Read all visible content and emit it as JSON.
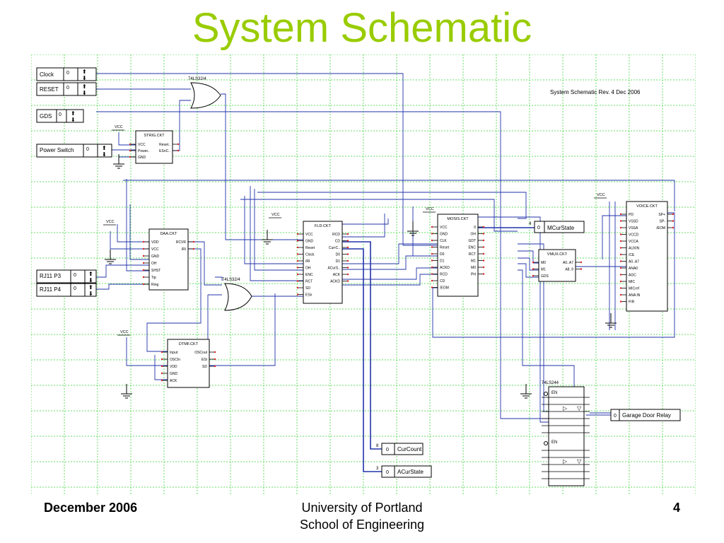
{
  "title": "System Schematic",
  "footer": {
    "date": "December 2006",
    "org_line1": "University of Portland",
    "org_line2": "School of Engineering",
    "page_number": "4"
  },
  "schematic": {
    "header_note": "System Schematic     Rev. 4 Dec 2006",
    "switches": {
      "clock": {
        "label": "Clock",
        "value": "0"
      },
      "reset": {
        "label": "RESET",
        "value": "0"
      },
      "gds": {
        "label": "GDS",
        "value": "0"
      },
      "power": {
        "label": "Power Switch",
        "value": "0"
      },
      "rj11_p3": {
        "label": "RJ11 P3",
        "value": "0"
      },
      "rj11_p4": {
        "label": "RJ11 P4",
        "value": "0"
      }
    },
    "gates": {
      "or_top": "74LS32/4",
      "or_mid": "74LS32/4",
      "buffer": "74LS244"
    },
    "vcc": "VCC",
    "chips": {
      "strig": {
        "name": "STRIG.CKT",
        "left_pins": [
          "VCC",
          "Power..",
          "GND"
        ],
        "right_pins": [
          "Reset..",
          "ESnC.."
        ]
      },
      "daa": {
        "name": "DAA.CKT",
        "left_pins": [
          "VDD",
          "VCC",
          "GND",
          "OH",
          "SHST",
          "Tip",
          "Ring"
        ],
        "right_pins": [
          "RCVR",
          "/RI"
        ]
      },
      "fld": {
        "name": "FLD.CKT",
        "left_pins": [
          "VCC",
          "GND",
          "Reset",
          "Clock",
          "/RI",
          "OH",
          "ENC",
          "RCT",
          "SD",
          "ESn"
        ],
        "right_pins": [
          "RCD",
          "CD",
          "CurrC..",
          "D0",
          "D1",
          "ACurS..",
          "ACK",
          "ACKD"
        ]
      },
      "mosis": {
        "name": "MOSIS.CKT",
        "left_pins": [
          "VCC",
          "GND",
          "CLK",
          "Reset",
          "D0",
          "D1",
          "ACKD",
          "RCD",
          "CD",
          "/EOM"
        ],
        "right_pins": [
          "0",
          "OH",
          "GDT",
          "ENC",
          "RCT",
          "M1",
          "M0",
          "PH"
        ]
      },
      "mux": {
        "name": "VMUX.CKT",
        "left_pins": [
          "M0",
          "M1",
          "GDS"
        ],
        "right_pins": [
          "A0..A7",
          "A8..9"
        ]
      },
      "voice": {
        "name": "VOICE.CKT",
        "left_pins": [
          "PD",
          "VSSD",
          "VSSA",
          "VCCD",
          "VCCA",
          "AUXIN",
          "/CE",
          "A0..A7",
          "ANA0",
          "AGC",
          "MIC",
          "MICref",
          "ANA IN",
          "P/R"
        ],
        "right_pins": [
          "SP+",
          "SP-",
          "/EOM"
        ]
      },
      "dtmf": {
        "name": "DTMF.CKT",
        "left_pins": [
          "Input",
          "OSCIn",
          "VDD",
          "GND",
          "ACK"
        ],
        "right_pins": [
          "OSCout",
          "ESt",
          "SD"
        ]
      }
    },
    "probes": {
      "mcurstate": {
        "label": "MCurState",
        "value": "0",
        "width": "4"
      },
      "curcount": {
        "label": "CurCount",
        "value": "0",
        "width": "8"
      },
      "acurstate": {
        "label": "ACurState",
        "value": "0",
        "width": "3"
      },
      "garage": {
        "label": "Garage Door Relay",
        "value": "0"
      }
    },
    "buffer_en": "EN"
  }
}
